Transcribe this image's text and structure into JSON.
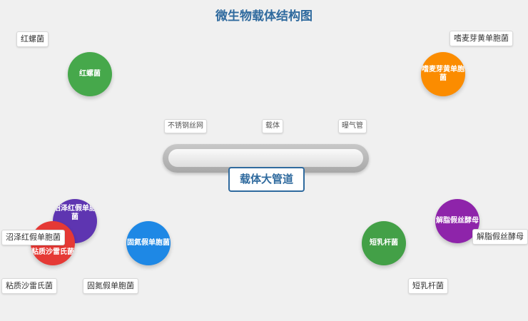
{
  "title": "微生物载体结构图",
  "carrier": {
    "main_label": "载体大管道",
    "parts": [
      "不锈钢丝网",
      "载体",
      "曝气管"
    ]
  },
  "microbes": [
    {
      "name": "红螺菌",
      "color": "#46a84b"
    },
    {
      "name": "嗜麦芽黄单胞菌",
      "color": "#fb8c00"
    },
    {
      "name": "沼泽红假单胞菌",
      "color": "#5e35b1"
    },
    {
      "name": "粘质沙雷氏菌",
      "color": "#e53935"
    },
    {
      "name": "固氮假单胞菌",
      "color": "#1e88e5"
    },
    {
      "name": "短乳杆菌",
      "color": "#43a047"
    },
    {
      "name": "解脂假丝酵母",
      "color": "#8e24aa"
    }
  ]
}
